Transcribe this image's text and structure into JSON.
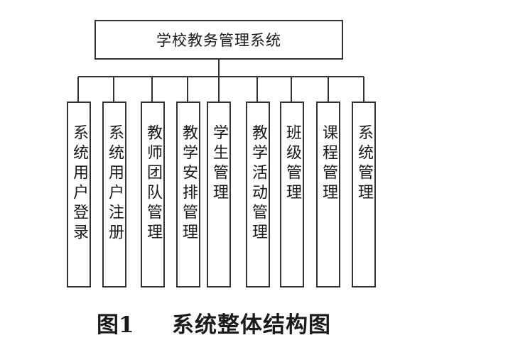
{
  "diagram": {
    "root": "学校教务管理系统",
    "children": [
      "系统用户登录",
      "系统用户注册",
      "教师团队管理",
      "教学安排管理",
      "学生管理",
      "教学活动管理",
      "班级管理",
      "课程管理",
      "系统管理"
    ]
  },
  "caption": {
    "number": "图1",
    "title": "系统整体结构图"
  }
}
